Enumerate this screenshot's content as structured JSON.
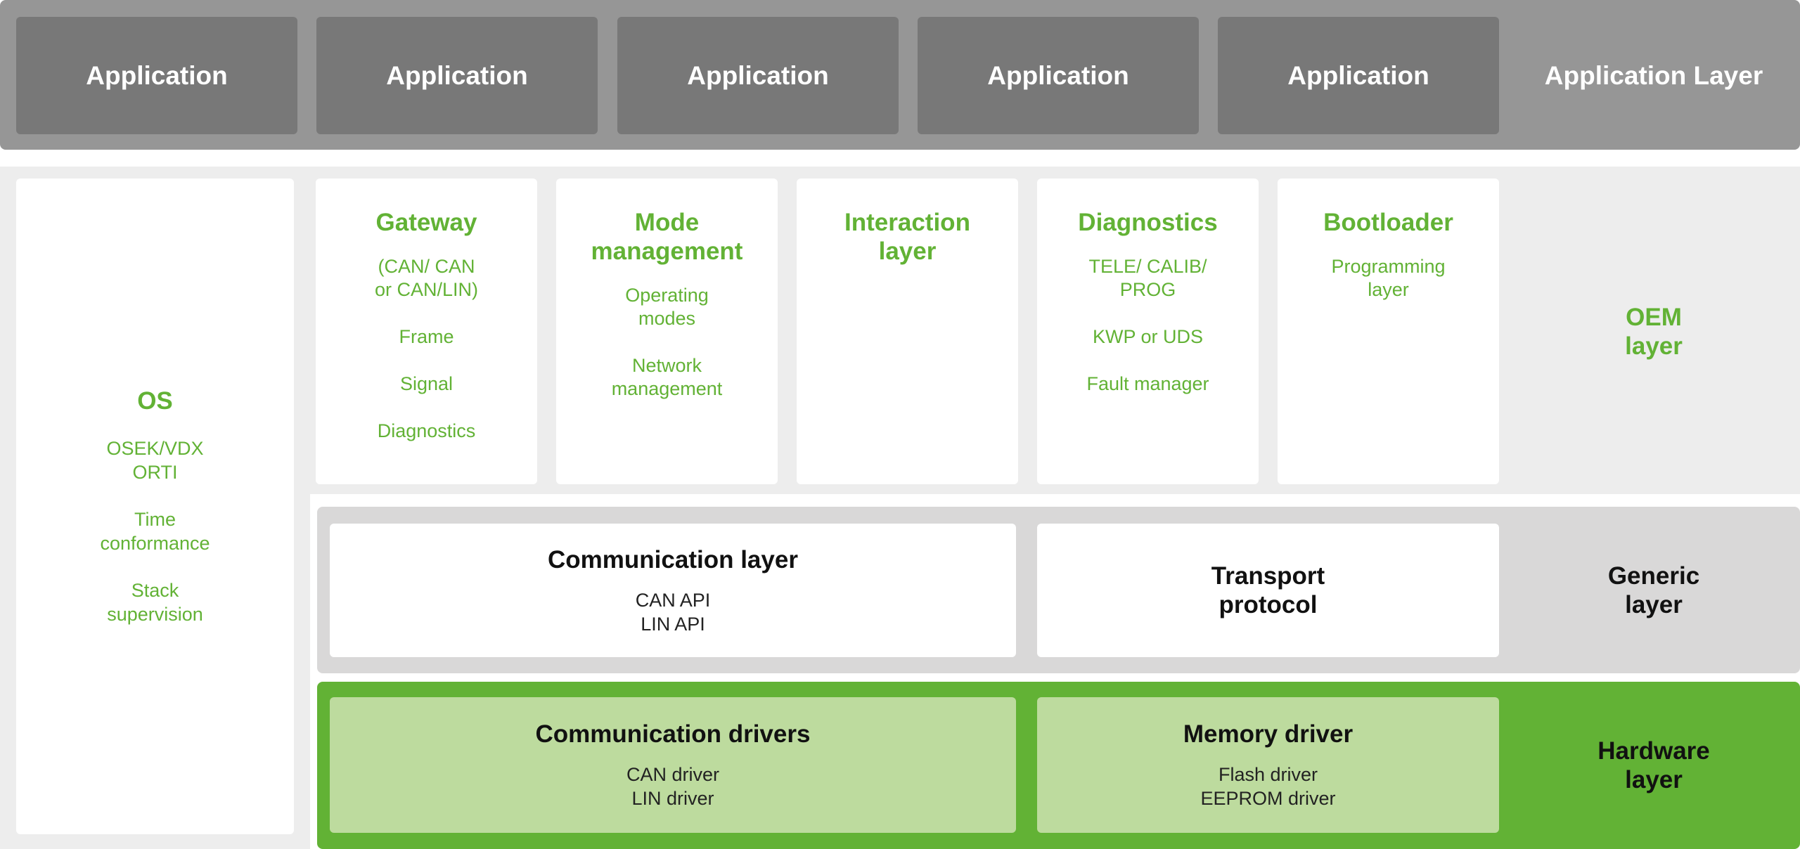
{
  "application_layer": {
    "apps": [
      "Application",
      "Application",
      "Application",
      "Application",
      "Application"
    ],
    "label": "Application Layer"
  },
  "os": {
    "title": "OS",
    "items": [
      "OSEK/VDX\nORTI",
      "Time\nconformance",
      "Stack\nsupervision"
    ]
  },
  "oem_layer": {
    "label": "OEM\nlayer",
    "modules": [
      {
        "title": "Gateway",
        "items": [
          "(CAN/ CAN\nor CAN/LIN)",
          "Frame",
          "Signal",
          "Diagnostics"
        ]
      },
      {
        "title": "Mode\nmanagement",
        "items": [
          "Operating\nmodes",
          "Network\nmanagement"
        ]
      },
      {
        "title": "Interaction\nlayer",
        "items": []
      },
      {
        "title": "Diagnostics",
        "items": [
          "TELE/ CALIB/\nPROG",
          "KWP or UDS",
          "Fault manager"
        ]
      },
      {
        "title": "Bootloader",
        "items": [
          "Programming\nlayer"
        ]
      }
    ]
  },
  "generic_layer": {
    "label": "Generic\nlayer",
    "communication": {
      "title": "Communication layer",
      "items": [
        "CAN API",
        "LIN API"
      ]
    },
    "transport": {
      "title": "Transport\nprotocol"
    }
  },
  "hardware_layer": {
    "label": "Hardware\nlayer",
    "comm_drivers": {
      "title": "Communication drivers",
      "items": [
        "CAN driver",
        "LIN driver"
      ]
    },
    "memory_driver": {
      "title": "Memory driver",
      "items": [
        "Flash driver",
        "EEPROM driver"
      ]
    }
  },
  "colors": {
    "accent_green": "#62b235",
    "light_green": "#bddb9e",
    "app_band": "#969696",
    "app_box": "#787878",
    "generic_band": "#d9d8d8",
    "main_band": "#ededed"
  }
}
